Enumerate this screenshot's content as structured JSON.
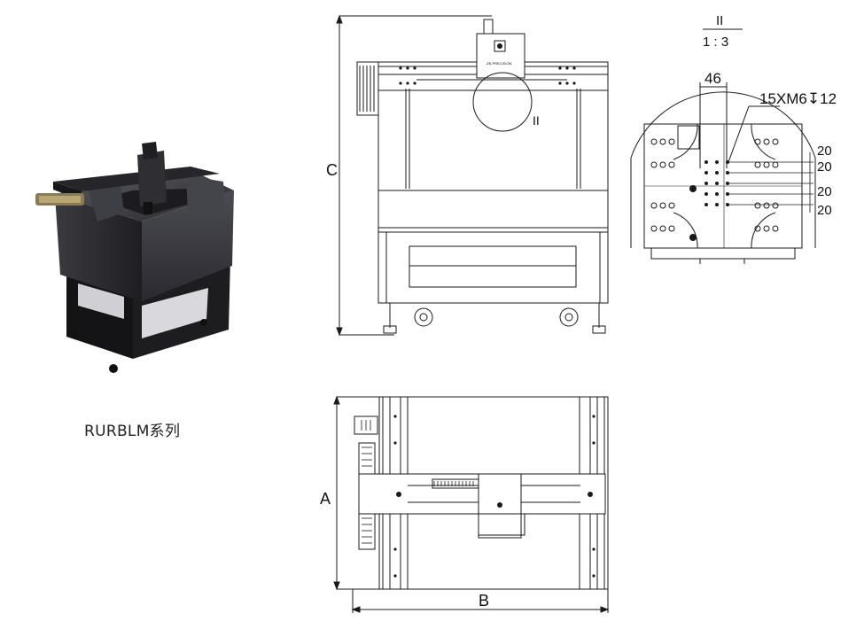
{
  "product": {
    "series_label": "RURBLM系列"
  },
  "front_view": {
    "dim_height": "C",
    "detail_callout": "II",
    "logo_text": "ZB-PRECISION"
  },
  "top_view": {
    "dim_depth": "A",
    "dim_width": "B"
  },
  "detail_view": {
    "title": "II",
    "scale": "1 : 3",
    "dim_spacing": "46",
    "hole_spec": "15XM6↧12",
    "dim_pitch_1": "20",
    "dim_pitch_2": "20",
    "dim_pitch_3": "20",
    "dim_pitch_4": "20"
  },
  "colors": {
    "line": "#1a1a1a",
    "machine_dark": "#2b2b2e",
    "machine_mid": "#4a4a50",
    "machine_light": "#6d6d74",
    "rail_gray": "#9a9aa0"
  }
}
